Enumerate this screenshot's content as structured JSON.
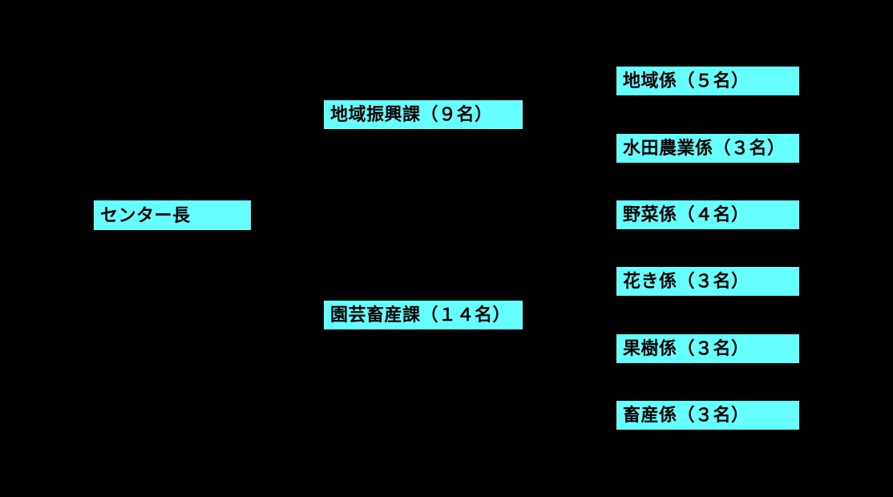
{
  "colors": {
    "background": "#000000",
    "box_fill": "#66ffff",
    "box_text": "#000000"
  },
  "org_chart": {
    "type": "organization-chart",
    "root": {
      "label": "センター長"
    },
    "divisions": [
      {
        "label": "地域振興課（９名）"
      },
      {
        "label": "園芸畜産課（１４名）"
      }
    ],
    "sections": [
      {
        "label": "地域係（５名）"
      },
      {
        "label": "水田農業係（３名）"
      },
      {
        "label": "野菜係（４名）"
      },
      {
        "label": "花き係（３名）"
      },
      {
        "label": "果樹係（３名）"
      },
      {
        "label": "畜産係（３名）"
      }
    ]
  }
}
